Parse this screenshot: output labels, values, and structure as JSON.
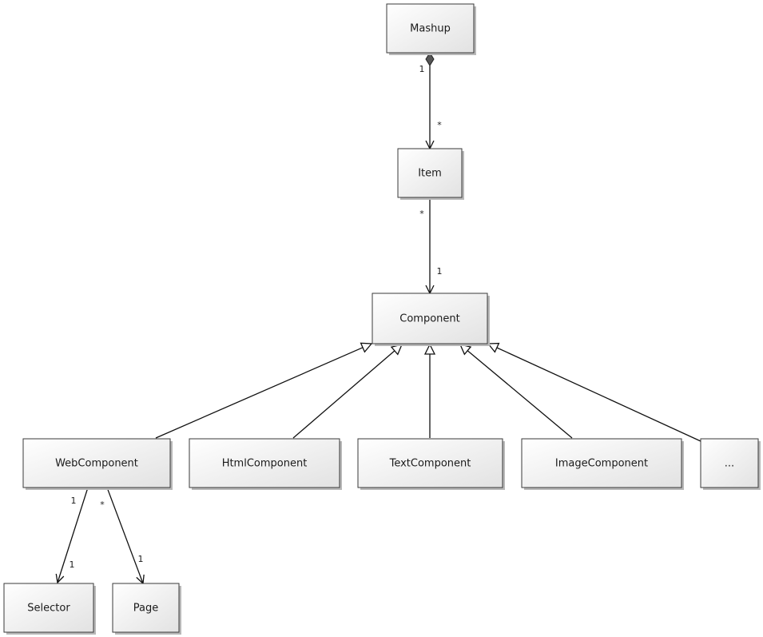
{
  "nodes": [
    {
      "id": "mashup",
      "label": "Mashup"
    },
    {
      "id": "item",
      "label": "Item"
    },
    {
      "id": "component",
      "label": "Component"
    },
    {
      "id": "webcomponent",
      "label": "WebComponent"
    },
    {
      "id": "htmlcomponent",
      "label": "HtmlComponent"
    },
    {
      "id": "textcomponent",
      "label": "TextComponent"
    },
    {
      "id": "imagecomponent",
      "label": "ImageComponent"
    },
    {
      "id": "more",
      "label": "..."
    },
    {
      "id": "selector",
      "label": "Selector"
    },
    {
      "id": "page",
      "label": "Page"
    }
  ],
  "edges": [
    {
      "id": "mashup-item",
      "from": "mashup",
      "to": "item",
      "kind": "composition",
      "source_mult": "1",
      "target_mult": "*"
    },
    {
      "id": "item-component",
      "from": "item",
      "to": "component",
      "kind": "association",
      "source_mult": "*",
      "target_mult": "1"
    },
    {
      "id": "web-component",
      "from": "webcomponent",
      "to": "component",
      "kind": "generalization"
    },
    {
      "id": "html-component",
      "from": "htmlcomponent",
      "to": "component",
      "kind": "generalization"
    },
    {
      "id": "text-component",
      "from": "textcomponent",
      "to": "component",
      "kind": "generalization"
    },
    {
      "id": "image-component",
      "from": "imagecomponent",
      "to": "component",
      "kind": "generalization"
    },
    {
      "id": "more-component",
      "from": "more",
      "to": "component",
      "kind": "generalization"
    },
    {
      "id": "web-selector",
      "from": "webcomponent",
      "to": "selector",
      "kind": "association",
      "source_mult": "1",
      "target_mult": "1"
    },
    {
      "id": "web-page",
      "from": "webcomponent",
      "to": "page",
      "kind": "association",
      "source_mult": "*",
      "target_mult": "1"
    }
  ]
}
